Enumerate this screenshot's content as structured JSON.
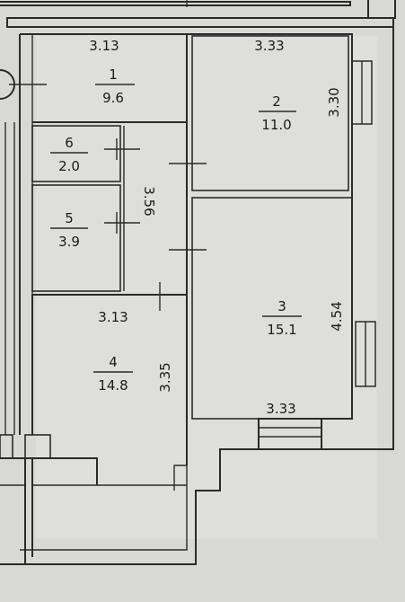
{
  "plan": {
    "rooms": [
      {
        "number": "1",
        "area": "9.6"
      },
      {
        "number": "2",
        "area": "11.0"
      },
      {
        "number": "3",
        "area": "15.1"
      },
      {
        "number": "4",
        "area": "14.8"
      },
      {
        "number": "5",
        "area": "3.9"
      },
      {
        "number": "6",
        "area": "2.0"
      }
    ],
    "dimensions": {
      "room1_width": "3.13",
      "room2_width": "3.33",
      "room2_height": "3.30",
      "hall_length": "3.56",
      "room4_width": "3.13",
      "room4_height": "3.35",
      "room3_height": "4.54",
      "room3_width": "3.33"
    }
  }
}
